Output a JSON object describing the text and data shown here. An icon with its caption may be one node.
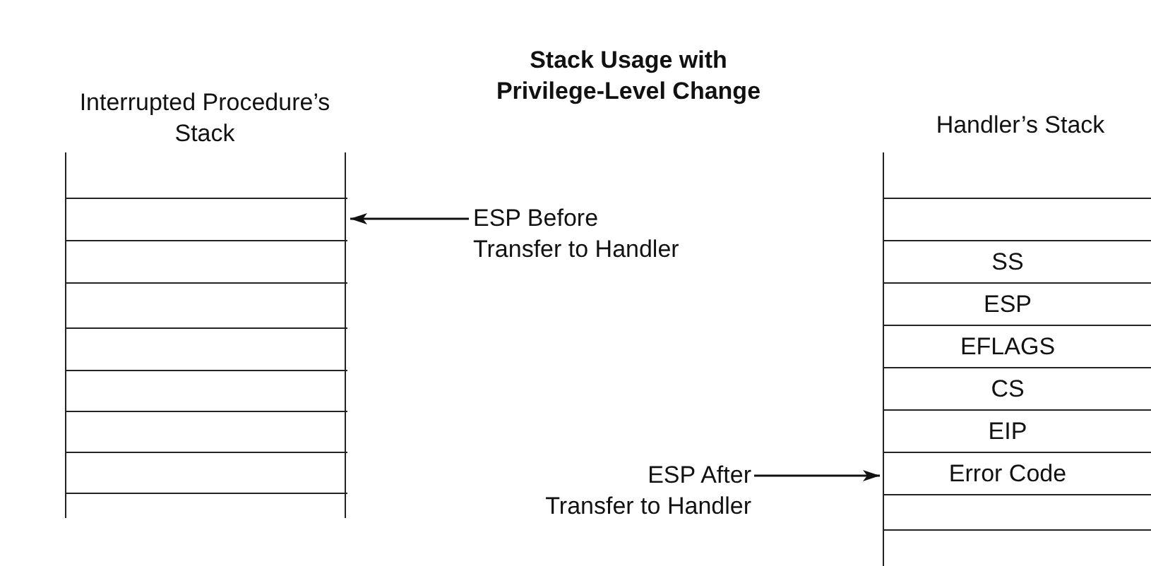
{
  "diagram": {
    "title": "Stack Usage with Privilege-Level Change",
    "nodes": [
      {
        "text": [
          "Interrupted Procedure’s Stack"
        ]
      },
      {
        "text": [],
        "shape": "box",
        "in": 0
      },
      {
        "text": [],
        "shape": "box",
        "in": 0
      },
      {
        "text": [],
        "shape": "box",
        "in": 0
      },
      {
        "text": [],
        "shape": "box",
        "in": 0
      },
      {
        "text": [],
        "shape": "box",
        "in": 0
      },
      {
        "text": [],
        "shape": "box",
        "in": 0
      },
      {
        "text": [],
        "shape": "box",
        "in": 0
      },
      {
        "text": [
          "Handler’s Stack"
        ]
      },
      {
        "text": [],
        "shape": "box",
        "in": 8
      },
      {
        "text": [
          "SS"
        ],
        "in": 8
      },
      {
        "text": [
          "ESP"
        ],
        "in": 8
      },
      {
        "text": [
          "EFLAGS"
        ],
        "in": 8
      },
      {
        "text": [
          "CS"
        ],
        "in": 8
      },
      {
        "text": [
          "EIP"
        ],
        "in": 8
      },
      {
        "text": [
          "Error Code"
        ],
        "in": 8
      },
      {
        "text": [],
        "shape": "box",
        "in": 8
      },
      {
        "text": [
          "ESP Before Transfer to Handler"
        ]
      },
      {
        "text": [
          "ESP After Transfer to Handler"
        ]
      }
    ],
    "edges": [
      {
        "from": 17,
        "to": 1,
        "arrow": "to"
      },
      {
        "from": 18,
        "to": 15,
        "arrow": "to"
      }
    ]
  }
}
